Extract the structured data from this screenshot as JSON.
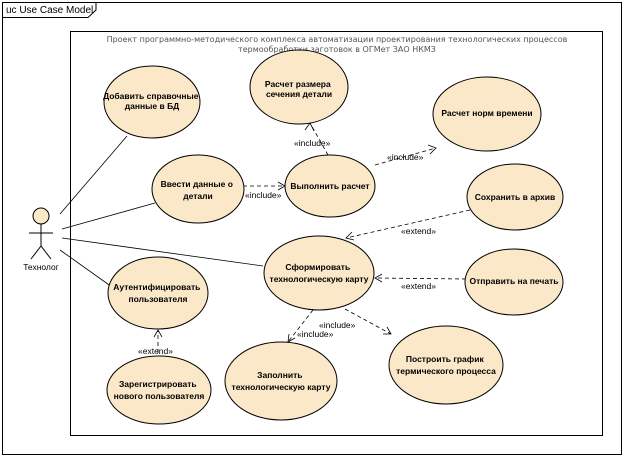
{
  "frame": {
    "tab_label": "uc Use Case Model"
  },
  "system": {
    "title_line1": "Проект программно-методического комплекса автоматизации проектирования технологических процессов",
    "title_line2": "термообработки заготовок в ОГМет ЗАО НКМЗ"
  },
  "actor": {
    "name": "Технолог"
  },
  "use_cases": [
    {
      "id": "add_ref",
      "lines": [
        "Добавить справочные",
        "данные в БД"
      ]
    },
    {
      "id": "calc_section",
      "lines": [
        "Расчет размера",
        "сечения детали"
      ]
    },
    {
      "id": "calc_time",
      "lines": [
        "Расчет норм времени"
      ]
    },
    {
      "id": "enter_data",
      "lines": [
        "Ввести данные о",
        "детали"
      ]
    },
    {
      "id": "do_calc",
      "lines": [
        "Выполнить расчет"
      ]
    },
    {
      "id": "save_archive",
      "lines": [
        "Сохранить в архив"
      ]
    },
    {
      "id": "form_card",
      "lines": [
        "Сформировать",
        "технологическую карту"
      ]
    },
    {
      "id": "print",
      "lines": [
        "Отправить на печать"
      ]
    },
    {
      "id": "auth",
      "lines": [
        "Аутентифицировать",
        "пользователя"
      ]
    },
    {
      "id": "register",
      "lines": [
        "Зарегистрировать",
        "нового пользователя"
      ]
    },
    {
      "id": "fill_card",
      "lines": [
        "Заполнить",
        "технологическую карту"
      ]
    },
    {
      "id": "build_chart",
      "lines": [
        "Построить график",
        "термического процесса"
      ]
    }
  ],
  "relations": [
    {
      "id": "inc_section",
      "label": "«include»"
    },
    {
      "id": "inc_time",
      "label": "«include»"
    },
    {
      "id": "inc_enter",
      "label": "«include»"
    },
    {
      "id": "ext_save",
      "label": "«extend»"
    },
    {
      "id": "ext_print",
      "label": "«extend»"
    },
    {
      "id": "ext_register",
      "label": "«extend»"
    },
    {
      "id": "inc_chart",
      "label": "«include»"
    },
    {
      "id": "inc_fill",
      "label": "«include»"
    }
  ]
}
